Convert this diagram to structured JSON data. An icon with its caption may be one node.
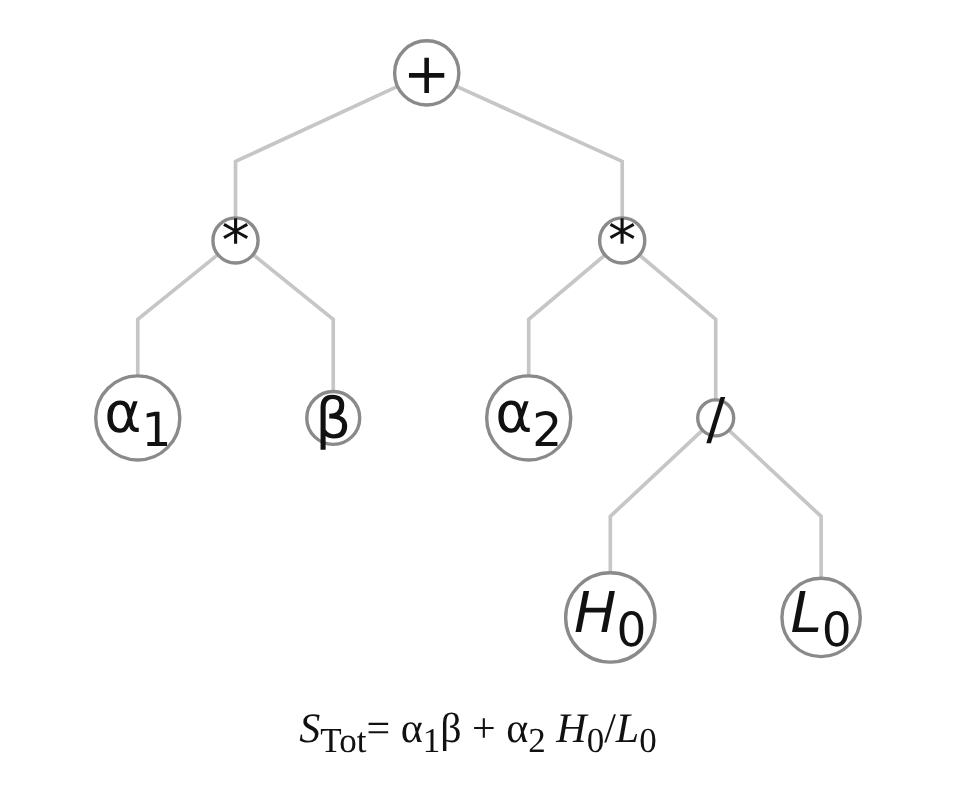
{
  "diagram": {
    "nodes": [
      {
        "text": [
          "+"
        ]
      },
      {
        "text": [
          "*"
        ]
      },
      {
        "text": [
          "*"
        ]
      },
      {
        "text": [
          "α$_{1}$"
        ]
      },
      {
        "text": [
          "β"
        ]
      },
      {
        "text": [
          "α$_{2}$"
        ]
      },
      {
        "text": [
          "/"
        ]
      },
      {
        "text": [
          "*H*$_{0}$"
        ]
      },
      {
        "text": [
          "*L*$_{0}$"
        ]
      }
    ],
    "edges": [
      {
        "from": 0,
        "to": 1,
        "arrow": "none"
      },
      {
        "from": 0,
        "to": 2,
        "arrow": "none"
      },
      {
        "from": 1,
        "to": 3,
        "arrow": "none"
      },
      {
        "from": 1,
        "to": 4,
        "arrow": "none"
      },
      {
        "from": 2,
        "to": 5,
        "arrow": "none"
      },
      {
        "from": 2,
        "to": 6,
        "arrow": "none"
      },
      {
        "from": 6,
        "to": 7,
        "arrow": "none"
      },
      {
        "from": 6,
        "to": 8,
        "arrow": "none"
      }
    ],
    "caption": "*S*$_{Tot}$= α$_{1}$β + α$_{2}$ *H*$_{0}$/*L*$_{0}$"
  }
}
